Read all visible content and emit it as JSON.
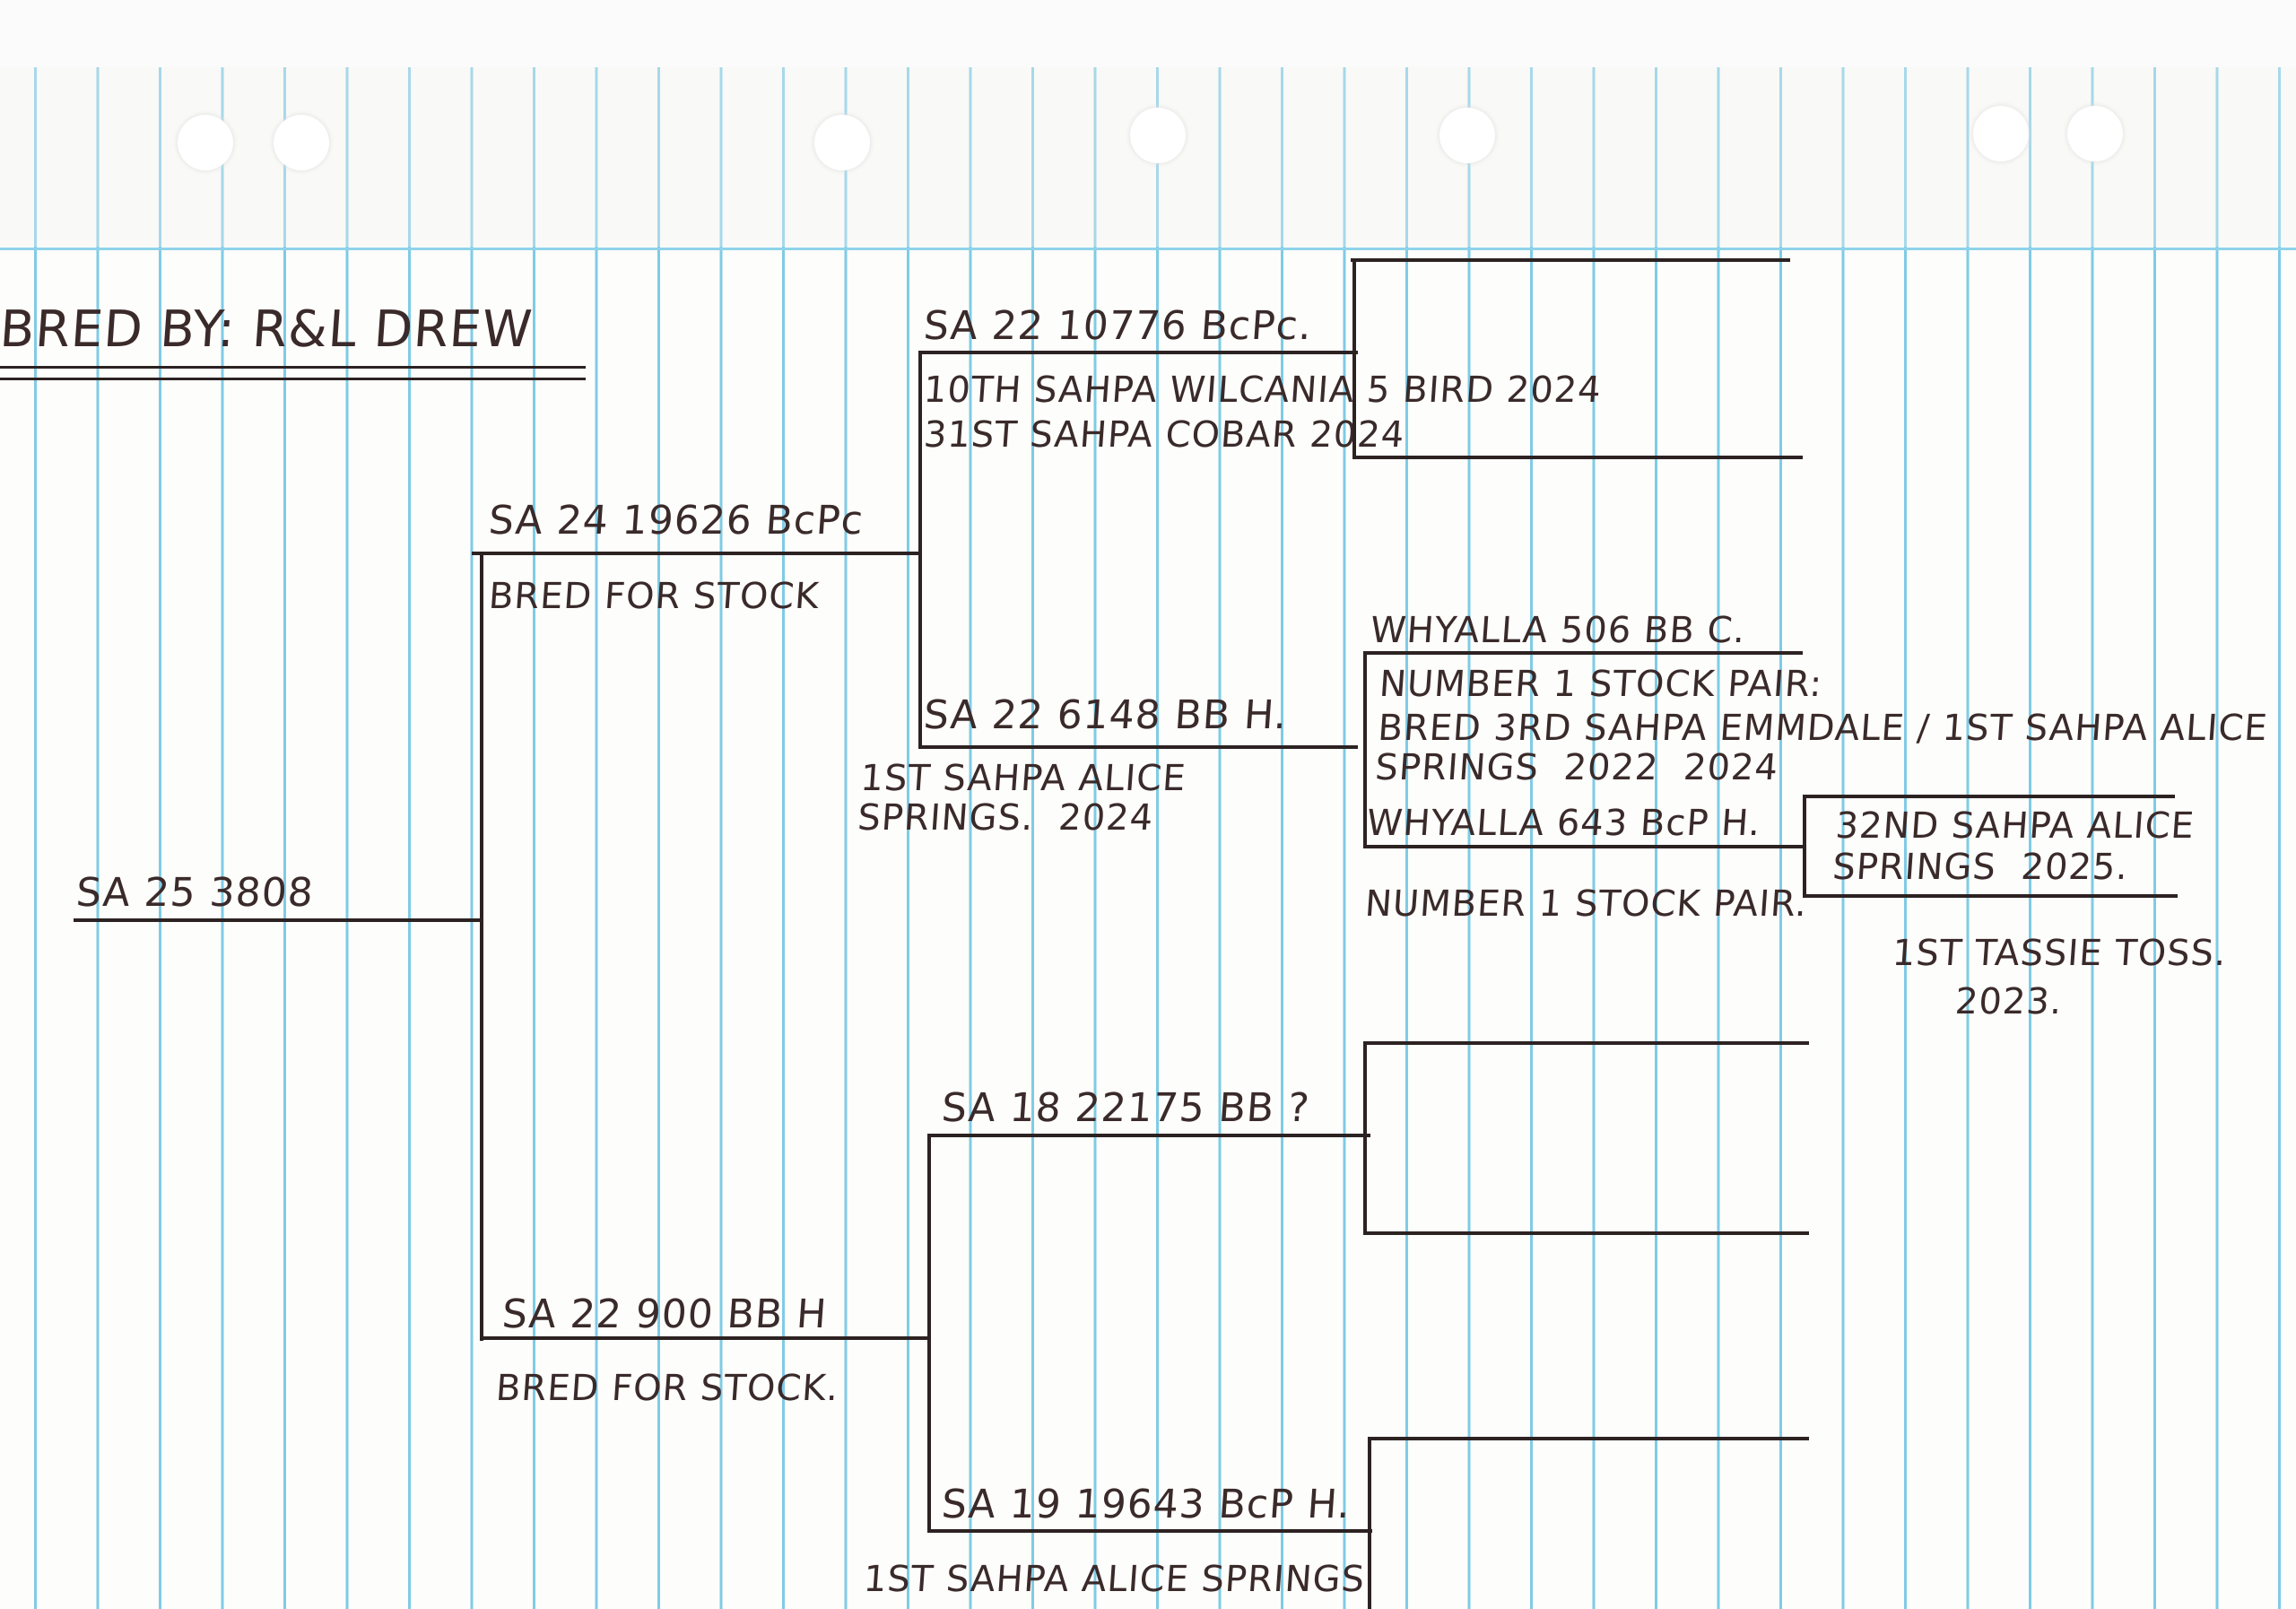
{
  "header": {
    "title": "BRED BY: R&L DREW"
  },
  "subject": {
    "name": "SA 25 3808"
  },
  "sire": {
    "name": "SA 24 19626 BcPc",
    "note": "BRED FOR STOCK"
  },
  "dam": {
    "name": "SA 22 900 BB H",
    "note": "BRED FOR STOCK."
  },
  "sire_sire": {
    "name": "SA 22 10776 BcPc.",
    "awards": [
      "10TH SAHPA WILCANIA 5 BIRD 2024",
      "31ST SAHPA COBAR 2024"
    ]
  },
  "sire_dam": {
    "name": "SA 22 6148 BB H.",
    "award": "1ST SAHPA ALICE SPRINGS.",
    "award_year": "2024"
  },
  "sd_sire": {
    "name": "WHYALLA 506 BB C."
  },
  "sd_pair_note": "NUMBER 1 STOCK PAIR:",
  "sd_bred_note": "BRED 3RD SAHPA EMMDALE / 1ST SAHPA ALICE SPRINGS",
  "sd_bred_year_1": "2022",
  "sd_bred_year_2": "2024",
  "sd_dam": {
    "name": "WHYALLA 643 BcP H.",
    "note": "NUMBER 1 STOCK PAIR."
  },
  "sdd_award": {
    "line1": "32ND SAHPA ALICE SPRINGS",
    "year1": "2025.",
    "line2": "1ST TASSIE TOSS.",
    "year2": "2023."
  },
  "dam_sire": {
    "name": "SA 18 22175 BB ?"
  },
  "dam_dam": {
    "name": "SA 19 19643 BcP H.",
    "award": "1ST SAHPA ALICE SPRINGS"
  }
}
